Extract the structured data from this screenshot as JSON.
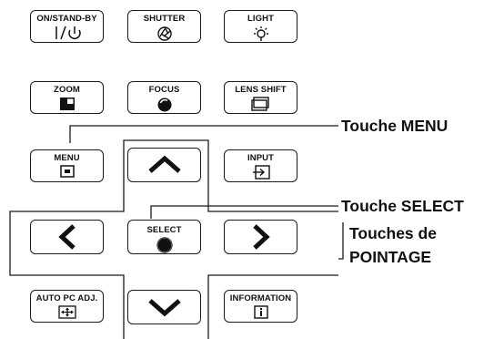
{
  "keys": {
    "on_standby": {
      "label": "ON/STAND-BY",
      "icon": "power-icon"
    },
    "shutter": {
      "label": "SHUTTER",
      "icon": "shutter-icon"
    },
    "light": {
      "label": "LIGHT",
      "icon": "light-icon"
    },
    "zoom": {
      "label": "ZOOM",
      "icon": "zoom-icon"
    },
    "focus": {
      "label": "FOCUS",
      "icon": "focus-icon"
    },
    "lens_shift": {
      "label": "LENS SHIFT",
      "icon": "lens-shift-icon"
    },
    "menu": {
      "label": "MENU",
      "icon": "menu-icon"
    },
    "up": {
      "icon": "arrow-up-icon"
    },
    "input": {
      "label": "INPUT",
      "icon": "input-icon"
    },
    "left": {
      "icon": "arrow-left-icon"
    },
    "select": {
      "label": "SELECT",
      "icon": "select-icon"
    },
    "right": {
      "icon": "arrow-right-icon"
    },
    "auto_pc": {
      "label": "AUTO PC ADJ.",
      "icon": "auto-pc-icon"
    },
    "down": {
      "icon": "arrow-down-icon"
    },
    "information": {
      "label": "INFORMATION",
      "icon": "info-icon"
    }
  },
  "callouts": {
    "menu": "Touche MENU",
    "select": "Touche SELECT",
    "pointage_line1": "Touches de",
    "pointage_line2": "POINTAGE"
  }
}
